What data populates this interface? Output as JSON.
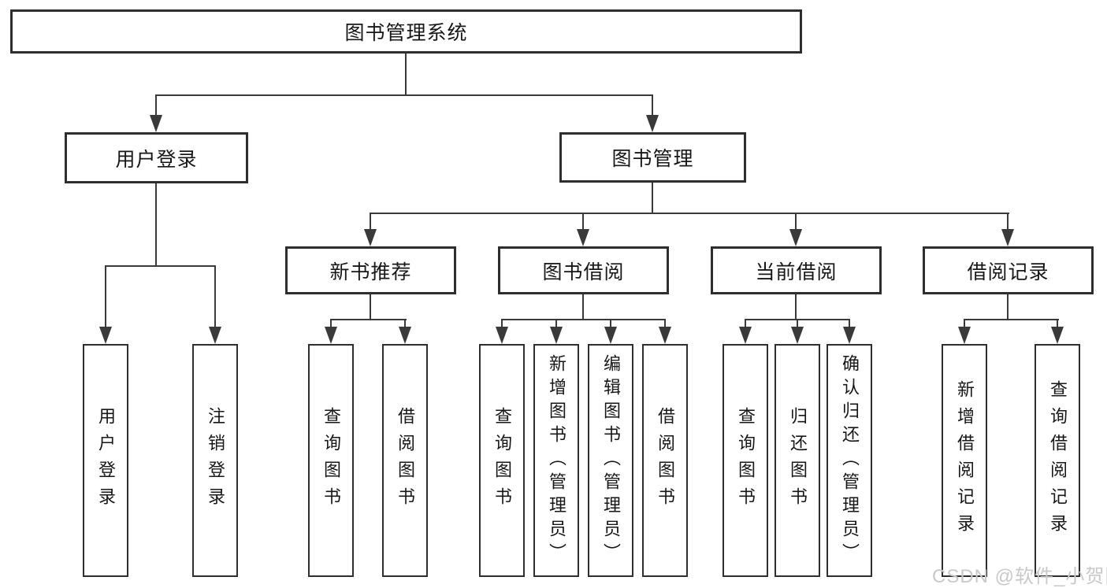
{
  "tree": {
    "root": {
      "label": "图书管理系统"
    },
    "branches": [
      {
        "label": "用户登录",
        "children": [
          {
            "label": "用户登录"
          },
          {
            "label": "注销登录"
          }
        ]
      },
      {
        "label": "图书管理",
        "children": [
          {
            "label": "新书推荐",
            "children": [
              {
                "label": "查询图书"
              },
              {
                "label": "借阅图书"
              }
            ]
          },
          {
            "label": "图书借阅",
            "children": [
              {
                "label": "查询图书"
              },
              {
                "label": "新增图书（管理员）"
              },
              {
                "label": "编辑图书（管理员）"
              },
              {
                "label": "借阅图书"
              }
            ]
          },
          {
            "label": "当前借阅",
            "children": [
              {
                "label": "查询图书"
              },
              {
                "label": "归还图书"
              },
              {
                "label": "确认归还（管理员）"
              }
            ]
          },
          {
            "label": "借阅记录",
            "children": [
              {
                "label": "新增借阅记录"
              },
              {
                "label": "查询借阅记录"
              }
            ]
          }
        ]
      }
    ]
  },
  "watermark": {
    "text": "CSDN @软件_小贺同学"
  },
  "colors": {
    "background": "#ffffff",
    "box_border": "#2e2e2e",
    "line": "#3a3a3a",
    "text": "#171717",
    "watermark": "#c9c9c9"
  }
}
